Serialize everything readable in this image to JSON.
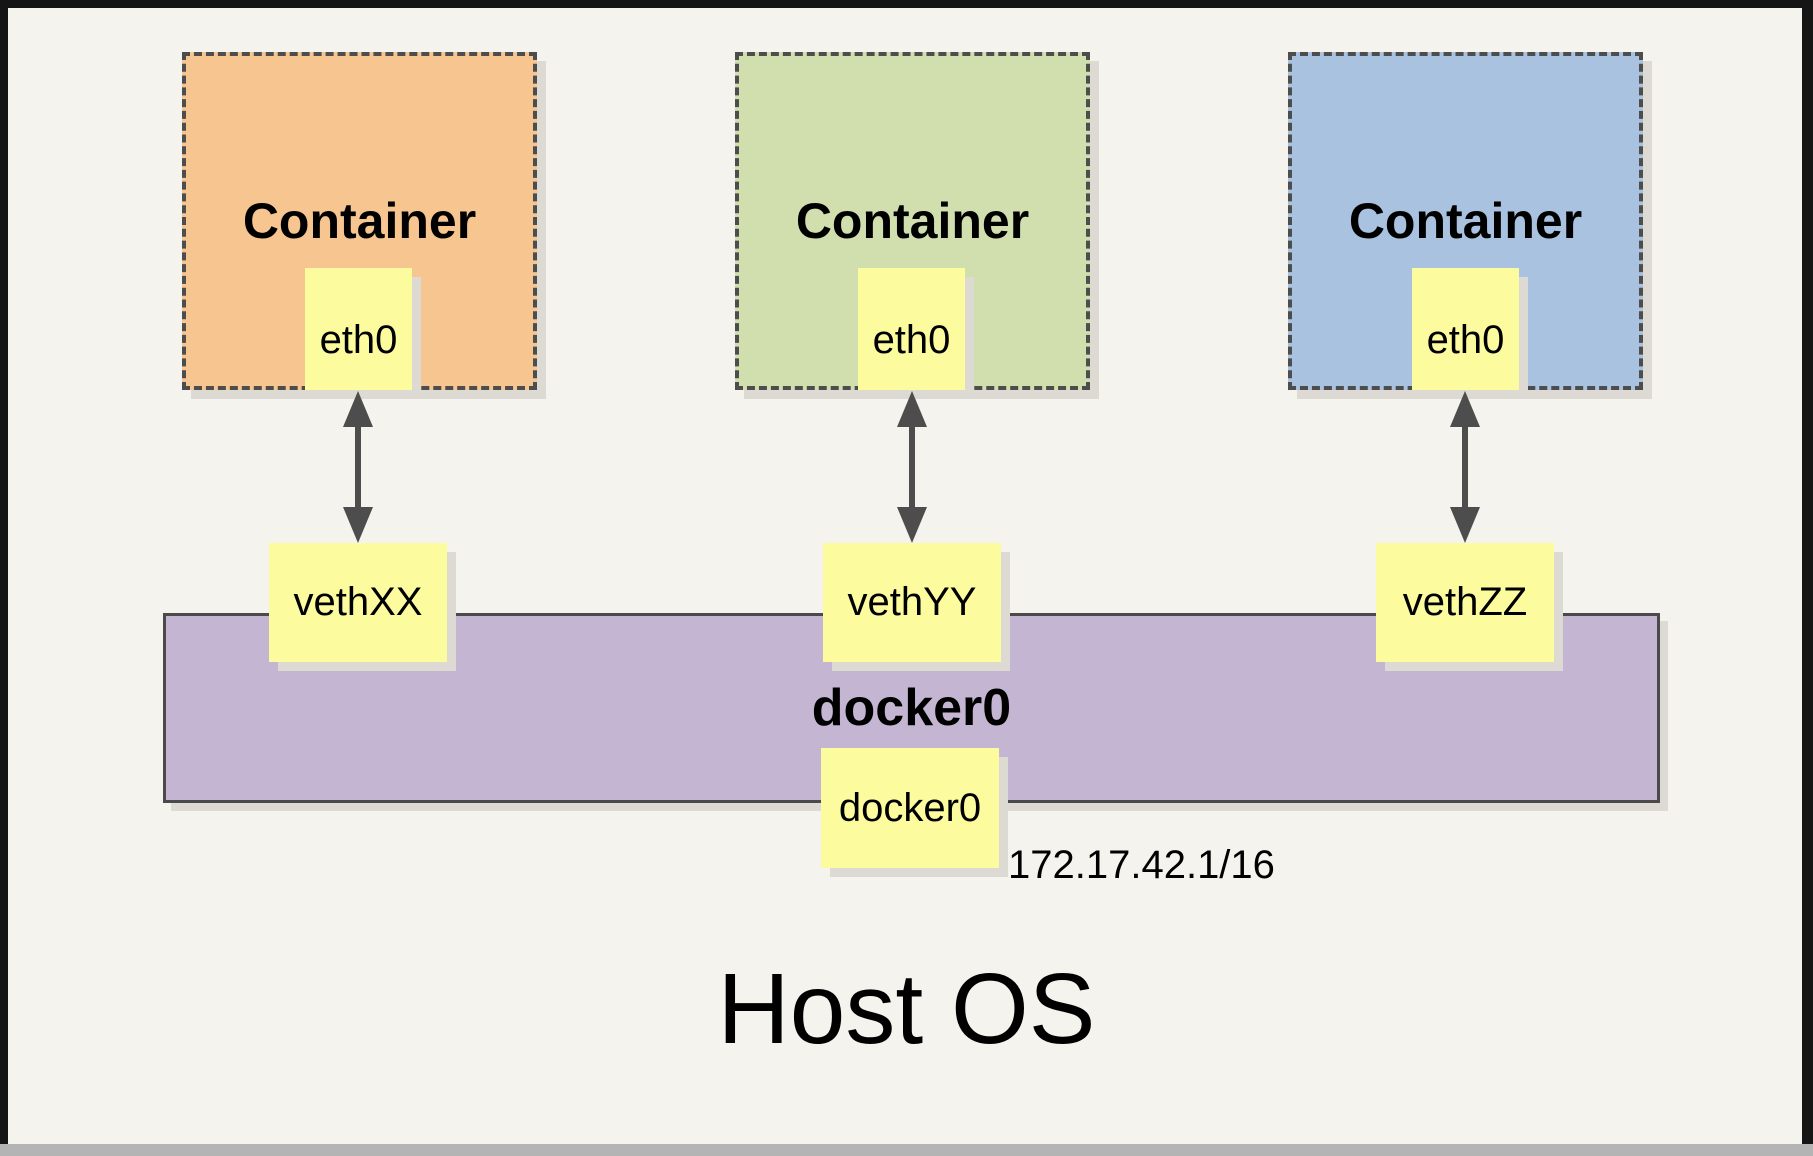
{
  "host": {
    "label": "Host OS"
  },
  "bridge": {
    "name": "docker0",
    "interface": "docker0",
    "ip": "172.17.42.1/16",
    "fill": "#C4B6D3"
  },
  "containers": [
    {
      "label": "Container",
      "interface": "eth0",
      "veth": "vethXX",
      "fill": "#F6C590"
    },
    {
      "label": "Container",
      "interface": "eth0",
      "veth": "vethYY",
      "fill": "#D1DFAF"
    },
    {
      "label": "Container",
      "interface": "eth0",
      "veth": "vethZZ",
      "fill": "#A9C2E0"
    }
  ],
  "colors": {
    "note_fill": "#FCFC9E",
    "background": "#F5F3ED",
    "line": "#4D4D4D",
    "frame": "#151515",
    "shadow": "#DCDAD3"
  }
}
